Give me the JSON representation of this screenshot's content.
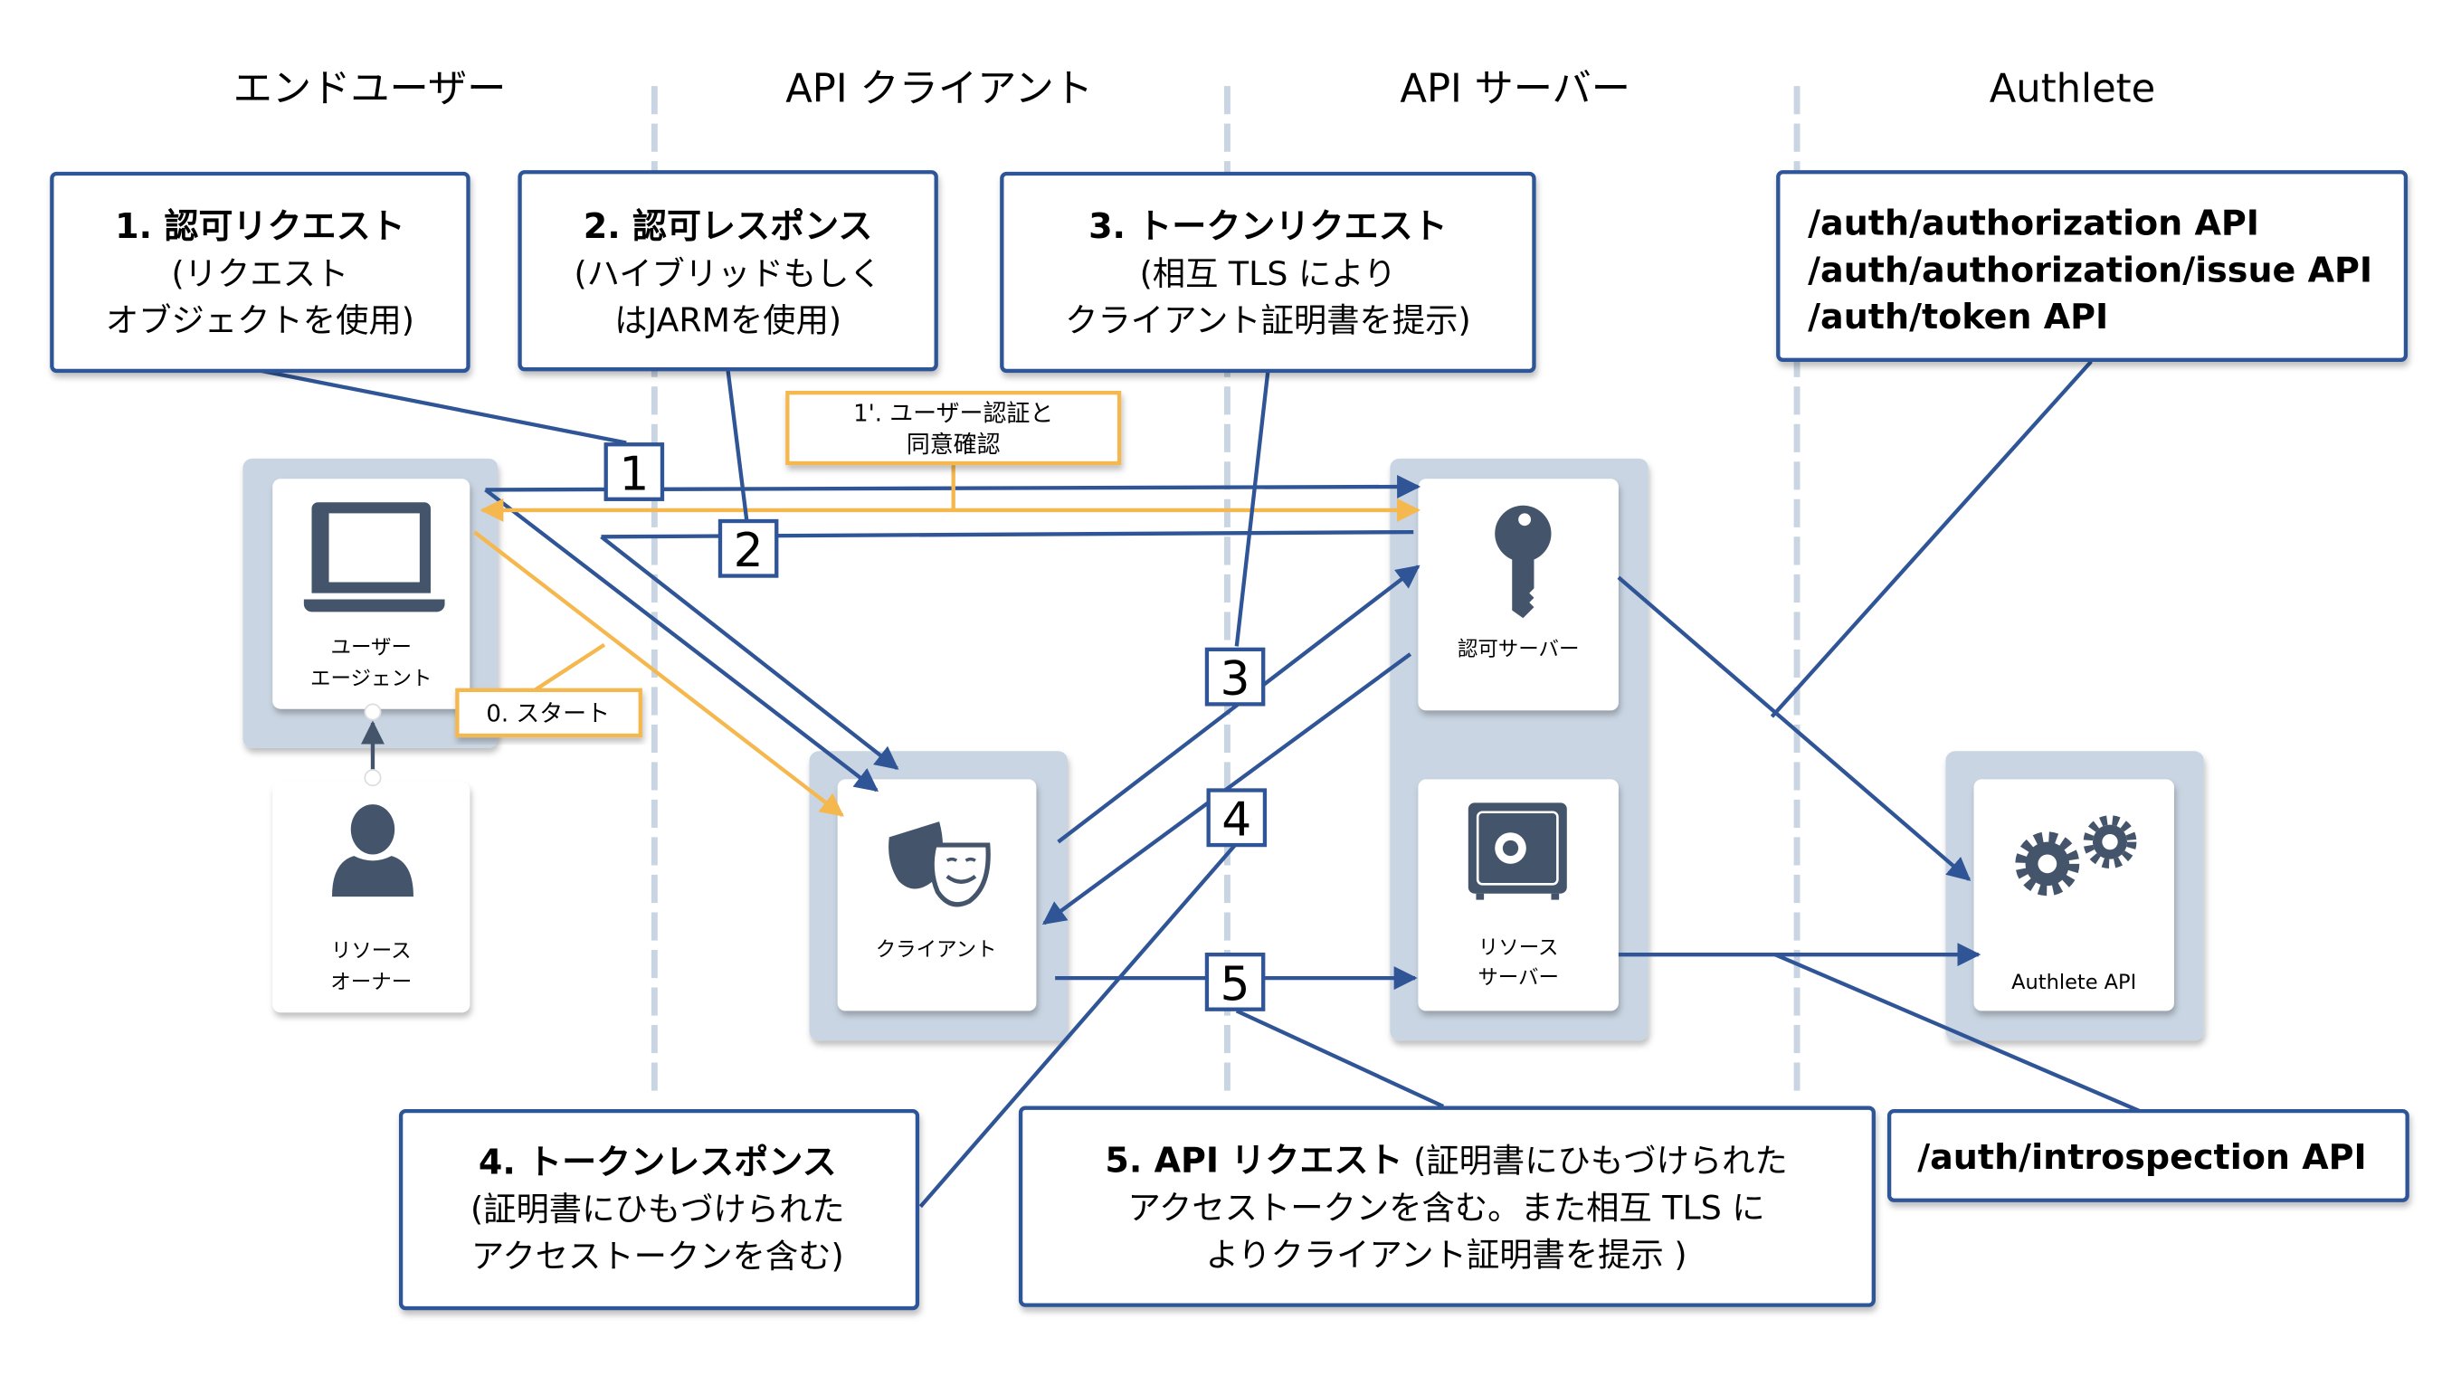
{
  "lanes": [
    {
      "label": "エンドユーザー"
    },
    {
      "label": "API クライアント"
    },
    {
      "label": "API サーバー"
    },
    {
      "label": "Authlete"
    }
  ],
  "colors": {
    "flow_blue": "#2f5597",
    "start_orange": "#f5b84f",
    "panel": "#c9d5e2",
    "icon": "#44546a",
    "lane_divider": "#c9d5e2"
  },
  "nodes": {
    "user_agent": {
      "icon": "laptop-icon",
      "line1": "ユーザー",
      "line2": "エージェント"
    },
    "resource_owner": {
      "icon": "person-icon",
      "line1": "リソース",
      "line2": "オーナー"
    },
    "client": {
      "icon": "theater-masks-icon",
      "line1": "クライアント"
    },
    "authz_server": {
      "icon": "key-icon",
      "line1": "認可サーバー"
    },
    "resource_server": {
      "icon": "safe-icon",
      "line1": "リソース",
      "line2": "サーバー"
    },
    "authlete_api": {
      "icon": "gears-icon",
      "line1": "Authlete API"
    }
  },
  "step_badges": [
    "1",
    "2",
    "3",
    "4",
    "5"
  ],
  "orange_notes": {
    "start": "0. スタート",
    "auth_consent_line1": "1'. ユーザー認証と",
    "auth_consent_line2": "同意確認"
  },
  "callouts": {
    "step1": {
      "title": "1. 認可リクエスト",
      "line2": "(リクエスト",
      "line3": "オブジェクトを使用)"
    },
    "step2": {
      "title": "2. 認可レスポンス",
      "line2": "(ハイブリッドもしく",
      "line3": "はJARMを使用)"
    },
    "step3": {
      "title": "3. トークンリクエスト",
      "line2": "(相互 TLS により",
      "line3": "クライアント証明書を提示)"
    },
    "step4": {
      "title": "4. トークンレスポンス",
      "line2": "(証明書にひもづけられた",
      "line3": "アクセストークンを含む)"
    },
    "step5": {
      "title": "5. API リクエスト",
      "line1_rest": " (証明書にひもづけられた",
      "line2": "アクセストークンを含む。また相互 TLS に",
      "line3": "よりクライアント証明書を提示 )"
    },
    "authlete_apis": {
      "line1": "/auth/authorization API",
      "line2": "/auth/authorization/issue API",
      "line3": "/auth/token API"
    },
    "introspection": {
      "line1": "/auth/introspection API"
    }
  }
}
